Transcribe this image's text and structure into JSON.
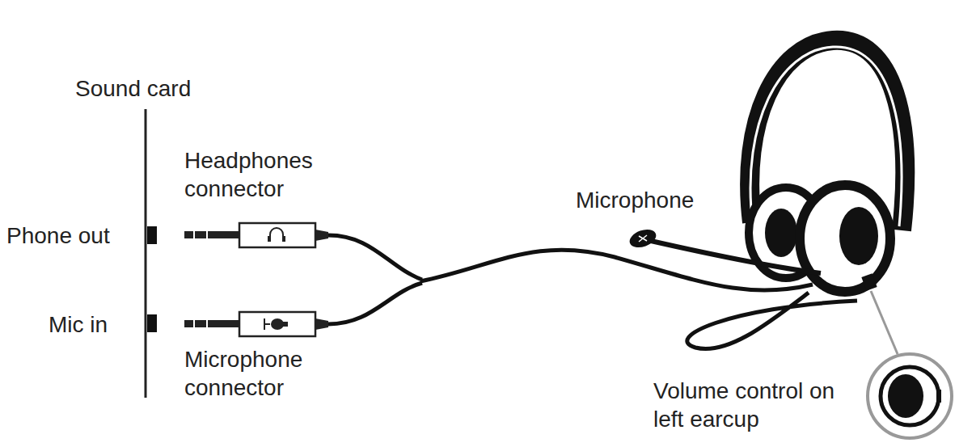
{
  "diagram": {
    "labels": [
      "Sound card",
      "Headphones connector",
      "Phone out",
      "Mic in",
      "Microphone connector",
      "Microphone",
      "Volume control on left earcup"
    ]
  }
}
